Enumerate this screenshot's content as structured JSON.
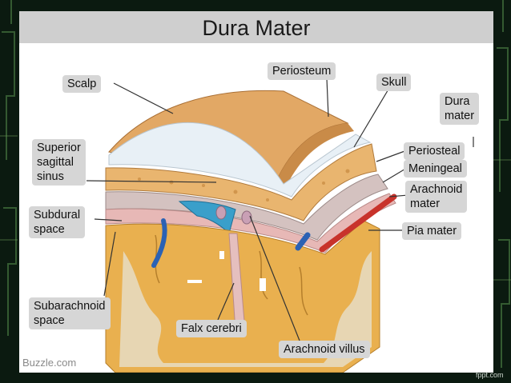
{
  "title": "Dura Mater",
  "labels": {
    "scalp": "Scalp",
    "periosteum": "Periosteum",
    "skull": "Skull",
    "dura_mater": "Dura\nmater",
    "superior_sagittal_sinus": "Superior\nsagittal\nsinus",
    "periosteal": "Periosteal",
    "meningeal": "Meningeal",
    "arachnoid_mater": "Arachnoid\nmater",
    "subdural_space": "Subdural\nspace",
    "pia_mater": "Pia mater",
    "subarachnoid_space": "Subarachnoid\nspace",
    "falx_cerebri": "Falx cerebri",
    "arachnoid_villus": "Arachnoid villus"
  },
  "watermarks": {
    "buzzle": "Buzzle.com",
    "fppt": "fppt.com"
  },
  "colors": {
    "scalp": "#e2a865",
    "periosteum": "#e8f0f6",
    "skull": "#e9b56f",
    "dura": "#d4c2c0",
    "brain_gray": "#e9b04f",
    "brain_white": "#e7d8b8",
    "sinus": "#3a9fca",
    "vein": "#2b62b4",
    "artery": "#c8332b"
  }
}
